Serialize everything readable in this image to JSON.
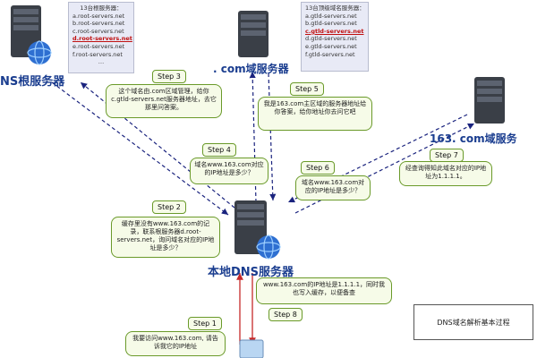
{
  "root": {
    "label": "NS根服务器",
    "list_title": "13台根服务器：",
    "servers": [
      "a.root-servers.net",
      "b.root-servers.net",
      "c.root-servers.net",
      "d.root-servers.net",
      "e.root-servers.net",
      "f.root-servers.net",
      "…"
    ],
    "highlight_index": 3
  },
  "com": {
    "label": ". com域服务器",
    "list_title": "13台顶级域名服务器：",
    "servers": [
      "a.gtld-servers.net",
      "b.gtld-servers.net",
      "c.gtld-servers.net",
      "d.gtld-servers.net",
      "e.gtld-servers.net",
      "f.gtld-servers.net"
    ],
    "highlight_index": 2
  },
  "domain163": {
    "label": "163. com域服务"
  },
  "local": {
    "label": "本地DNS服务器"
  },
  "steps": [
    {
      "label": "Step 1",
      "text": "我要访问www.163.com, 请告诉我它的IP地址"
    },
    {
      "label": "Step 2",
      "text": "缓存里没有www.163.com的记录，联系根服务器d.root-servers.net，询问域名对应的IP地址是多少？"
    },
    {
      "label": "Step 3",
      "text": "这个域名由.com区域管理，给你c.gtld-servers.net服务器地址，去它那里问答案。"
    },
    {
      "label": "Step 4",
      "text": "域名www.163.com对应的IP地址是多少？"
    },
    {
      "label": "Step 5",
      "text": "我是163.com主区域的服务器地址给你答案，给你地址你去问它吧"
    },
    {
      "label": "Step 6",
      "text": "域名www.163.com对应的IP地址是多少？"
    },
    {
      "label": "Step 7",
      "text": "经查询得知此域名对应的IP地址为1.1.1.1。"
    },
    {
      "label": "Step 8",
      "text": "www.163.com的IP地址是1.1.1.1，同时我也写入缓存，以便备查"
    }
  ],
  "legend": "DNS域名解析基本过程",
  "colors": {
    "server_label": "#1a3d8f",
    "arrow": "#1a237e",
    "bubble_border": "#6a9a2a",
    "bubble_fill": "#f6fbe8",
    "client_arrow": "#c62828",
    "highlight": "#c01010"
  }
}
